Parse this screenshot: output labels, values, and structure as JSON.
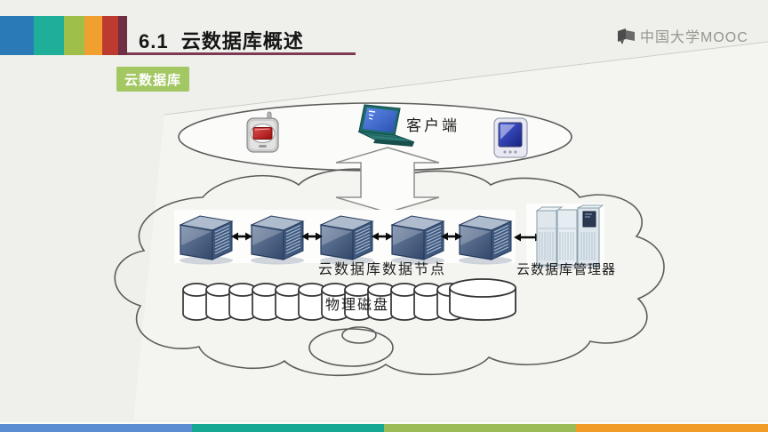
{
  "slide": {
    "header": {
      "lesson_title": "6.1  云数据库概述",
      "section_badge": "云数据库",
      "brand_logo_text": "中国大学MOOC"
    },
    "diagram": {
      "client_zone_label": "客户端",
      "data_nodes_label": "云数据库数据节点",
      "manager_label": "云数据库管理器",
      "disks_label": "物理磁盘",
      "icons": [
        "mobile-phone-icon",
        "laptop-icon",
        "pda-icon",
        "server-icon",
        "double-arrow-icon",
        "updown-arrow-icon",
        "server-rack-icon",
        "disk-cylinder-icon",
        "cloud-shape",
        "book-logo-icon"
      ]
    },
    "colors": {
      "background": "#efefeb",
      "top_squares": [
        "#2a7ab8",
        "#1fae97",
        "#9ec04a",
        "#f1a02f",
        "#bd3a2f",
        "#6e2e43"
      ],
      "title_underline": "#7c3a54",
      "badge_bg": "#a3c763",
      "bottom_bar": [
        "#5a8ed3",
        "#16a893",
        "#9bbb56",
        "#f09c27"
      ],
      "server_blue": "#50678c",
      "outline_gray": "#5c5c5a"
    }
  }
}
